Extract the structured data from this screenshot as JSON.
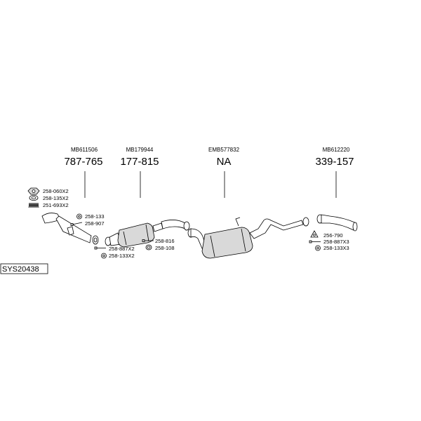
{
  "system_id": "SYS20438",
  "groups": [
    {
      "ref": "MB611506",
      "number": "787-765"
    },
    {
      "ref": "MB179944",
      "number": "177-815"
    },
    {
      "ref": "EMB577832",
      "number": "NA"
    },
    {
      "ref": "MB612220",
      "number": "339-157"
    }
  ],
  "fittings": {
    "a1": "258-060X2",
    "a2": "258-135X2",
    "a3": "251-693X2",
    "b1": "258-133",
    "b2": "258-907",
    "c1": "258-887X2",
    "c2": "258-133X2",
    "d1": "258-816",
    "d2": "258-108",
    "e1": "256-790",
    "e2": "258-887X3",
    "e3": "258-133X3"
  }
}
